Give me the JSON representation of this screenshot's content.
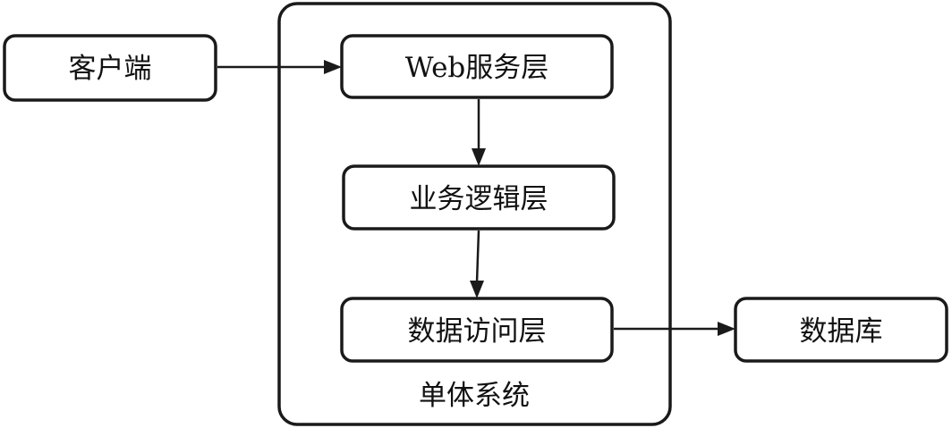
{
  "nodes": {
    "client": "客户端",
    "web_layer": "Web服务层",
    "business_layer": "业务逻辑层",
    "data_access_layer": "数据访问层",
    "database": "数据库"
  },
  "container": {
    "label": "单体系统"
  },
  "edges": [
    {
      "from": "client",
      "to": "web_layer"
    },
    {
      "from": "web_layer",
      "to": "business_layer"
    },
    {
      "from": "business_layer",
      "to": "data_access_layer"
    },
    {
      "from": "data_access_layer",
      "to": "database"
    }
  ]
}
